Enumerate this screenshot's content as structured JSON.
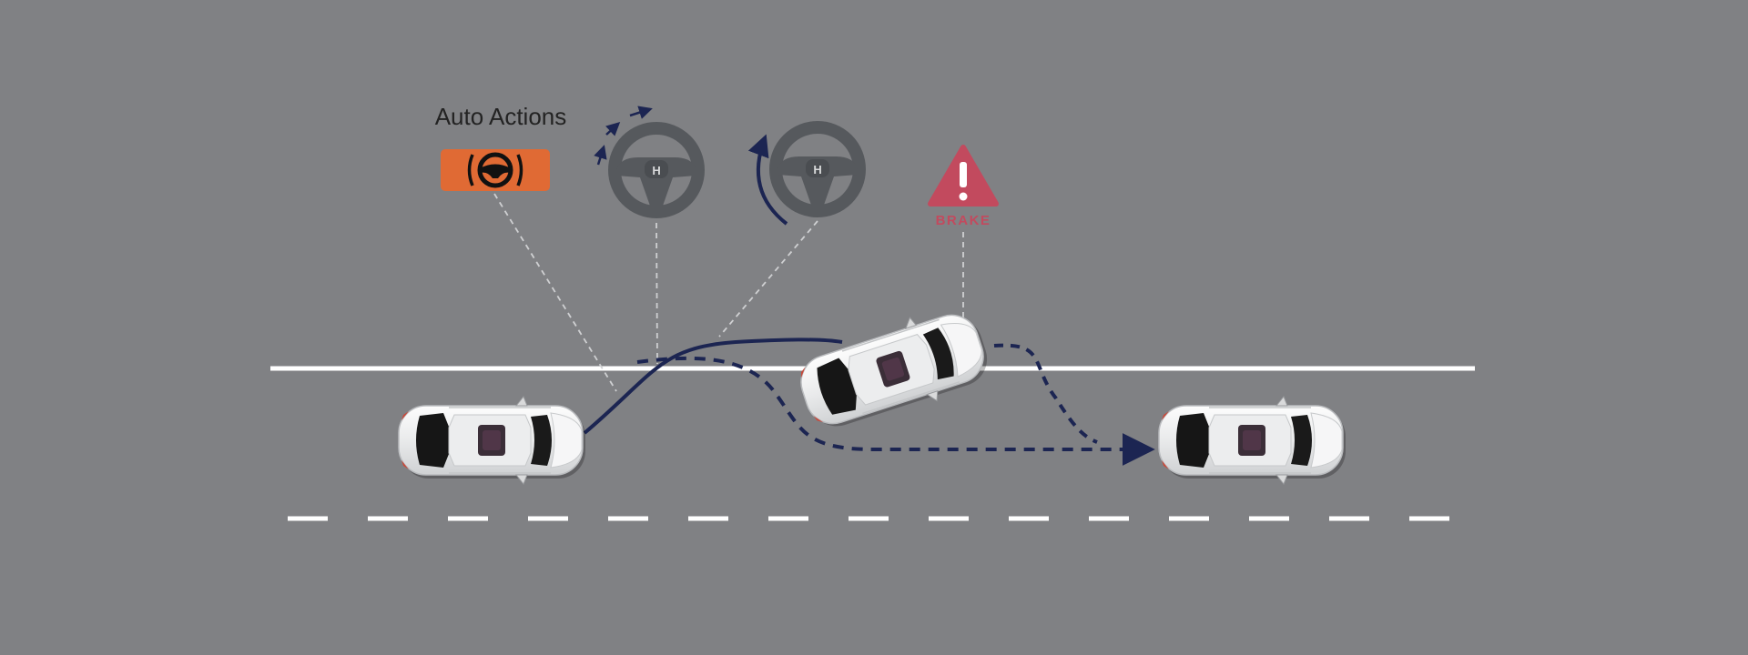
{
  "title": "Auto Actions",
  "brake_label": "BRAKE",
  "steering_logo": "H",
  "icons": {
    "alert": "steering-alert-icon",
    "wheel_correct": "steering-wheel-icon",
    "wheel_return": "steering-wheel-icon",
    "brake_warning": "brake-warning-icon"
  },
  "colors": {
    "road": "#808184",
    "lane_line": "#ffffff",
    "path": "#1c2552",
    "alert_badge": "#e06a34",
    "brake": "#c24a5e",
    "wheel": "#56595d",
    "car": "#e6e7e8"
  }
}
